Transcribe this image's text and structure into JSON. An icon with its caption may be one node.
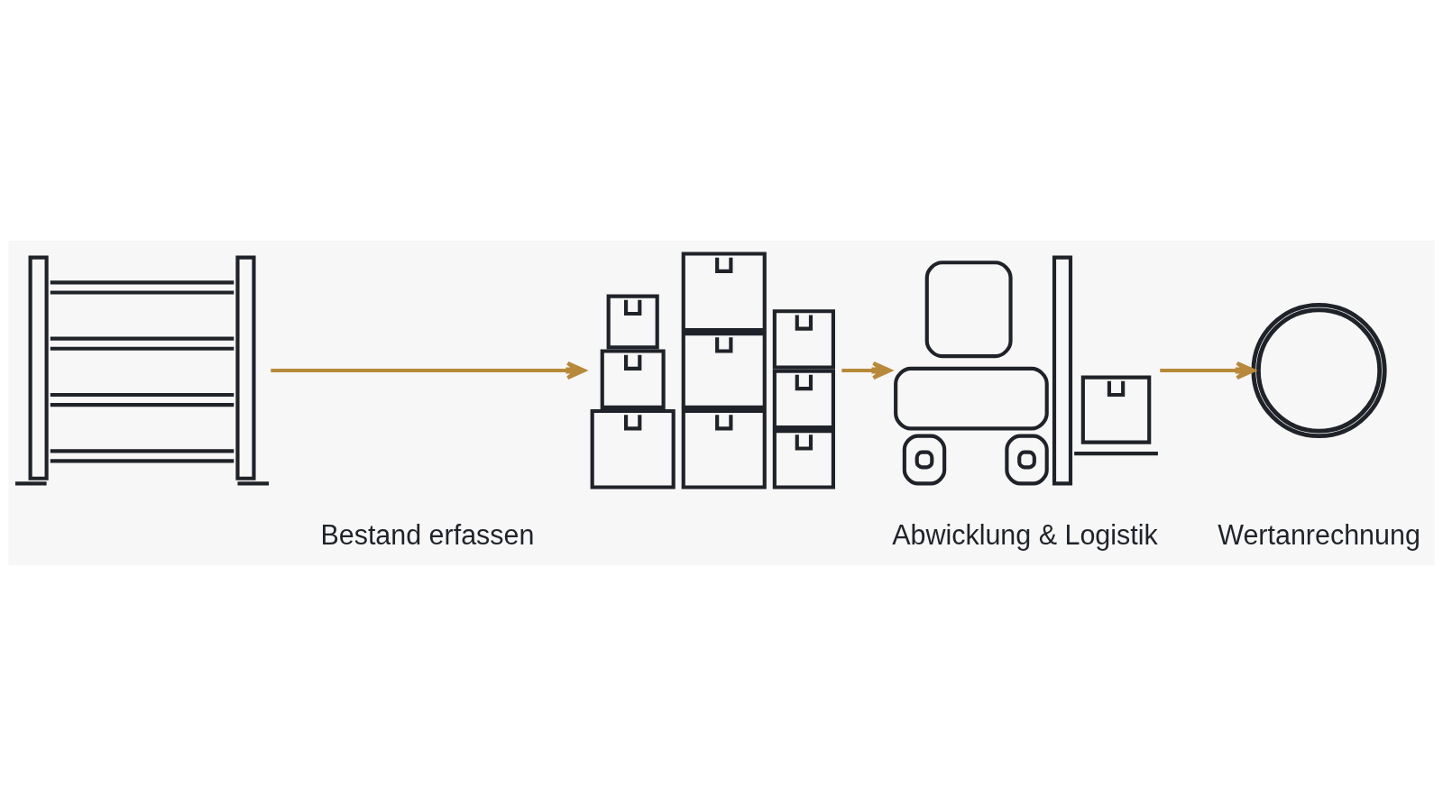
{
  "diagram": {
    "nodes": [
      {
        "text": [],
        "shape": "picture"
      },
      {
        "text": [],
        "shape": "picture"
      },
      {
        "text": [],
        "shape": "picture",
        "beside": [
          "Abwicklung & Logistik"
        ]
      },
      {
        "text": [],
        "shape": "picture",
        "beside": [
          "Wertanrechnung"
        ]
      }
    ],
    "edges": [
      {
        "from": 0,
        "to": 1,
        "arrow": "to"
      },
      {
        "from": 1,
        "to": 2,
        "arrow": "to"
      },
      {
        "from": 2,
        "to": 3,
        "arrow": "to"
      }
    ],
    "labels": [
      "Bestand erfassen"
    ]
  }
}
